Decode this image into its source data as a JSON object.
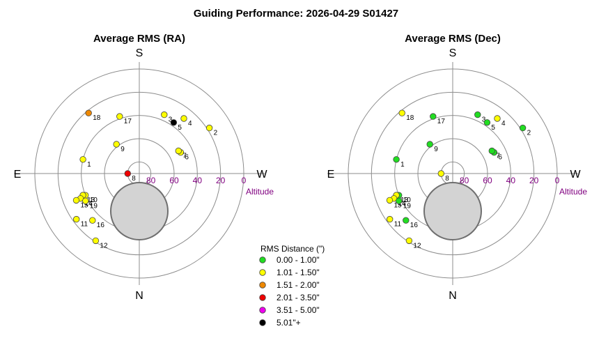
{
  "title": "Guiding Performance: 2026-04-29 S01427",
  "compass": {
    "top": "S",
    "bottom": "N",
    "left": "E",
    "right": "W"
  },
  "altitude_label": "Altitude",
  "altitude_ticks": [
    "80",
    "60",
    "40",
    "20",
    "0"
  ],
  "legend": {
    "title": "RMS Distance (\")",
    "items": [
      {
        "label": "0.00 - 1.00\"",
        "color": "#22dd22"
      },
      {
        "label": "1.01 - 1.50\"",
        "color": "#ffff00"
      },
      {
        "label": "1.51 - 2.00\"",
        "color": "#ee8800"
      },
      {
        "label": "2.01 - 3.50\"",
        "color": "#ee0000"
      },
      {
        "label": "3.51 - 5.00\"",
        "color": "#ee00ee"
      },
      {
        "label": "5.01\"+",
        "color": "#000000"
      }
    ]
  },
  "obstruction_color": "#d3d3d3",
  "chart_data": [
    {
      "type": "scatter",
      "title": "Average RMS (RA)",
      "coordinate_system": "polar alt-az (S up, W right, E left, N down)",
      "radial_axis": {
        "label": "Altitude",
        "range": [
          90,
          0
        ],
        "ticks": [
          80,
          60,
          40,
          20,
          0
        ]
      },
      "points": [
        {
          "label": "1",
          "az": 76,
          "alt": 40,
          "bin": 1
        },
        {
          "label": "2",
          "az": 303,
          "alt": 18,
          "bin": 1
        },
        {
          "label": "3",
          "az": 337,
          "alt": 35,
          "bin": 1
        },
        {
          "label": "4",
          "az": 321,
          "alt": 29,
          "bin": 1
        },
        {
          "label": "5",
          "az": 326,
          "alt": 37,
          "bin": 5
        },
        {
          "label": "6",
          "az": 297,
          "alt": 50,
          "bin": 1
        },
        {
          "label": "7",
          "az": 300,
          "alt": 51,
          "bin": 1
        },
        {
          "label": "8",
          "az": 90,
          "alt": 80,
          "bin": 3
        },
        {
          "label": "9",
          "az": 38,
          "alt": 58,
          "bin": 1
        },
        {
          "label": "10",
          "az": 112,
          "alt": 40,
          "bin": 1
        },
        {
          "label": "11",
          "az": 126,
          "alt": 23,
          "bin": 1
        },
        {
          "label": "12",
          "az": 147,
          "alt": 21,
          "bin": 1
        },
        {
          "label": "13",
          "az": 111,
          "alt": 38,
          "bin": 1
        },
        {
          "label": "14",
          "az": 113,
          "alt": 35,
          "bin": 1
        },
        {
          "label": "15",
          "az": 113,
          "alt": 31,
          "bin": 1
        },
        {
          "label": "16",
          "az": 135,
          "alt": 33,
          "bin": 1
        },
        {
          "label": "17",
          "az": 19,
          "alt": 38,
          "bin": 1
        },
        {
          "label": "18",
          "az": 40,
          "alt": 22,
          "bin": 2
        },
        {
          "label": "19",
          "az": 117,
          "alt": 38,
          "bin": 1
        }
      ]
    },
    {
      "type": "scatter",
      "title": "Average RMS (Dec)",
      "coordinate_system": "polar alt-az (S up, W right, E left, N down)",
      "radial_axis": {
        "label": "Altitude",
        "range": [
          90,
          0
        ],
        "ticks": [
          80,
          60,
          40,
          20,
          0
        ]
      },
      "points": [
        {
          "label": "1",
          "az": 76,
          "alt": 40,
          "bin": 0
        },
        {
          "label": "2",
          "az": 303,
          "alt": 18,
          "bin": 0
        },
        {
          "label": "3",
          "az": 337,
          "alt": 35,
          "bin": 0
        },
        {
          "label": "4",
          "az": 321,
          "alt": 29,
          "bin": 1
        },
        {
          "label": "5",
          "az": 326,
          "alt": 37,
          "bin": 0
        },
        {
          "label": "6",
          "az": 297,
          "alt": 50,
          "bin": 0
        },
        {
          "label": "7",
          "az": 300,
          "alt": 51,
          "bin": 0
        },
        {
          "label": "8",
          "az": 90,
          "alt": 80,
          "bin": 1
        },
        {
          "label": "9",
          "az": 38,
          "alt": 58,
          "bin": 0
        },
        {
          "label": "10",
          "az": 112,
          "alt": 40,
          "bin": 0
        },
        {
          "label": "11",
          "az": 126,
          "alt": 23,
          "bin": 1
        },
        {
          "label": "12",
          "az": 147,
          "alt": 21,
          "bin": 1
        },
        {
          "label": "13",
          "az": 111,
          "alt": 38,
          "bin": 1
        },
        {
          "label": "14",
          "az": 113,
          "alt": 35,
          "bin": 1
        },
        {
          "label": "15",
          "az": 113,
          "alt": 31,
          "bin": 1
        },
        {
          "label": "16",
          "az": 135,
          "alt": 33,
          "bin": 0
        },
        {
          "label": "17",
          "az": 19,
          "alt": 38,
          "bin": 0
        },
        {
          "label": "18",
          "az": 40,
          "alt": 22,
          "bin": 1
        },
        {
          "label": "19",
          "az": 117,
          "alt": 38,
          "bin": 0
        }
      ]
    }
  ]
}
